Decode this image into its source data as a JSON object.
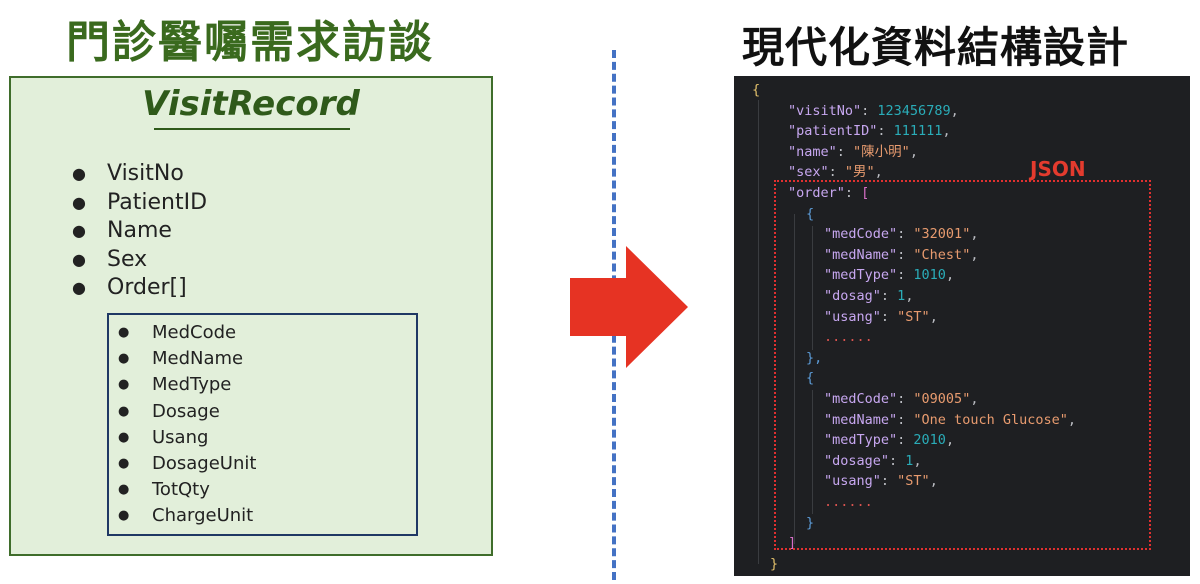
{
  "left_title": "門診醫囑需求訪談",
  "right_title": "現代化資料結構設計",
  "visit_record": {
    "title": "VisitRecord",
    "fields": [
      "VisitNo",
      "PatientID",
      "Name",
      "Sex",
      "Order[]"
    ],
    "order_fields": [
      "MedCode",
      "MedName",
      "MedType",
      "Dosage",
      "Usang",
      "DosageUnit",
      "TotQty",
      "ChargeUnit"
    ]
  },
  "json_label": "JSON",
  "code": {
    "open_brace": "{",
    "visit_no": {
      "key": "\"visitNo\"",
      "value": "123456789"
    },
    "patient_id": {
      "key": "\"patientID\"",
      "value": "111111"
    },
    "name": {
      "key": "\"name\"",
      "value": "\"陳小明\""
    },
    "sex": {
      "key": "\"sex\"",
      "value": "\"男\""
    },
    "order": {
      "key": "\"order\"",
      "open": "[",
      "close": "]"
    },
    "item1": {
      "open": "{",
      "med_code": {
        "key": "\"medCode\"",
        "value": "\"32001\""
      },
      "med_name": {
        "key": "\"medName\"",
        "value": "\"Chest\""
      },
      "med_type": {
        "key": "\"medType\"",
        "value": "1010"
      },
      "dosage": {
        "key": "\"dosag\"",
        "value": "1"
      },
      "usang": {
        "key": "\"usang\"",
        "value": "\"ST\""
      },
      "ellipsis": "......",
      "close": "},"
    },
    "item2": {
      "open": "{",
      "med_code": {
        "key": "\"medCode\"",
        "value": "\"09005\""
      },
      "med_name": {
        "key": "\"medName\"",
        "value": "\"One touch Glucose\""
      },
      "med_type": {
        "key": "\"medType\"",
        "value": "2010"
      },
      "dosage": {
        "key": "\"dosage\"",
        "value": "1"
      },
      "usang": {
        "key": "\"usang\"",
        "value": "\"ST\""
      },
      "ellipsis": "......",
      "close": "}"
    },
    "close_brace": "}"
  },
  "colors": {
    "left_title": "#3a6a1e",
    "panel_fill": "#e2efda",
    "panel_border": "#3f6d2b",
    "order_box_border": "#1f3864",
    "arrow": "#e63323",
    "divider": "#4472c4",
    "code_background": "#1e1f22",
    "json_highlight": "#e03030"
  }
}
